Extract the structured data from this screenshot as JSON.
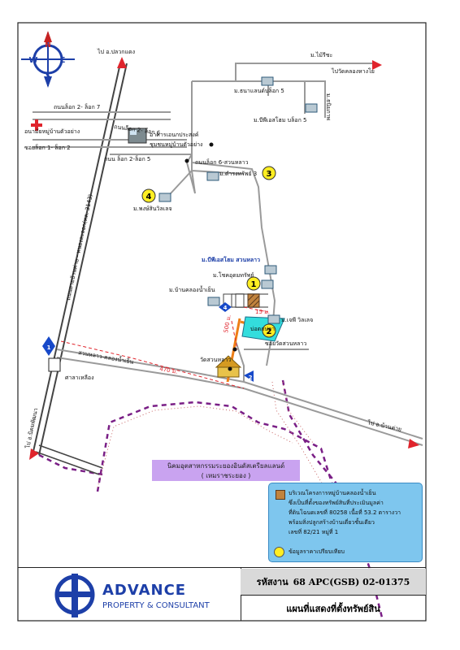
{
  "compass": {
    "n": "N",
    "s": "S",
    "e": "E",
    "w": "W"
  },
  "roads": {
    "pluak_daeng": "ไป อ.ปลวกแดง",
    "mai_ruesi": "ม.ไม้รีชะ",
    "to_khlong": "ไปวัดคลองหางโย",
    "nom_krap": "ม.ธนาแลนด์บล็อก 5",
    "priyasamud": "ม.ธนิยภาพ",
    "pho_block": "ม.บีพีเอสโฮม บล็อก 5",
    "thanon_block2_7": "ถนนล็อก 2- ล็อก 7",
    "thanon_block2_6": "ถนนล็อก 2- ล็อก 6",
    "thanon_block1_2": "ซอยล็อก 1- ล็อก 2",
    "thanon_block2_5": "ถนน ล็อก 2-ล็อก 5",
    "school": "อนามัยหมู่บ้านตัวอย่าง",
    "plant": "อาคารเอนกประสงค์",
    "plant2": "ชุมชนหมู่บ้านตัวอย่าง",
    "block6": "ถนนล็อก 6-สวนหลาว",
    "village3": "ม.ดำรงทรัพย์ 3",
    "village4": "ม.พงษ์สินวิลเลจ",
    "highway": "ถนนสายบ้านค่าย - หนองละลอก(ทล. 3143)",
    "bps_home": "ม.บีพีเอสโฮม สวนหลาว",
    "chok": "ม.โชคอุดมทรัพย์",
    "ban_khlong": "ม.บ้านคลองน้ำเย็น",
    "dist15": "15 ม.",
    "jp": "ม.เจพี วิลเลจ",
    "dist500": "500 ม.",
    "pond": "บ่อตกปลา",
    "soi_wat": "ซอยวัดสวนหลาว",
    "wat": "วัดสวนหลาว",
    "temple_road": "สวนหลาว-คลองน้ำเย็น",
    "dist470": "470 ม.",
    "sala": "ศาลาเหลือง",
    "to_ban_khai": "ไป อ.บ้านค่าย",
    "to_nikhom": "ไป อ.นิคมพัฒนา",
    "estate1": "นิคมอุตสาหกรรมระยองอินดัสเตรียลแลนด์",
    "estate2": "( เหมราชระยอง )"
  },
  "markers": {
    "m1": "1",
    "m2": "2",
    "m3": "3",
    "m4": "4"
  },
  "legend": {
    "line1": "บริเวณโครงการหมู่บ้านคลองน้ำเย็น",
    "line2": "ซึ่งเป็นที่ตั้งของทรัพย์สินที่ประเมินมูลค่า",
    "line3": "ที่ดินโฉนดเลขที่ 80258 เนื้อที่ 53.2 ตารางวา",
    "line4": "พร้อมสิ่งปลูกสร้างบ้านเดี่ยวชั้นเดียว",
    "line5": "เลขที่ 82/21 หมู่ที่ 1",
    "comp_label": "ข้อมูลราคาเปรียบเทียบ"
  },
  "footer": {
    "brand": "ADVANCE",
    "tagline": "PROPERTY & CONSULTANT",
    "job_label": "รหัสงาน",
    "job_code": "68 APC(GSB) 02-01375",
    "map_title": "แผนที่แสดงที่ตั้งทรัพย์สิน"
  },
  "colors": {
    "road": "#9a9a9a",
    "marker": "#ffee22",
    "legend_bg": "#7ec6ee",
    "estate": "#c9a3f0",
    "pond": "#33dddd",
    "boundary": "#7a1f86",
    "arrow": "#1749c9",
    "distance": "#e0242c"
  }
}
